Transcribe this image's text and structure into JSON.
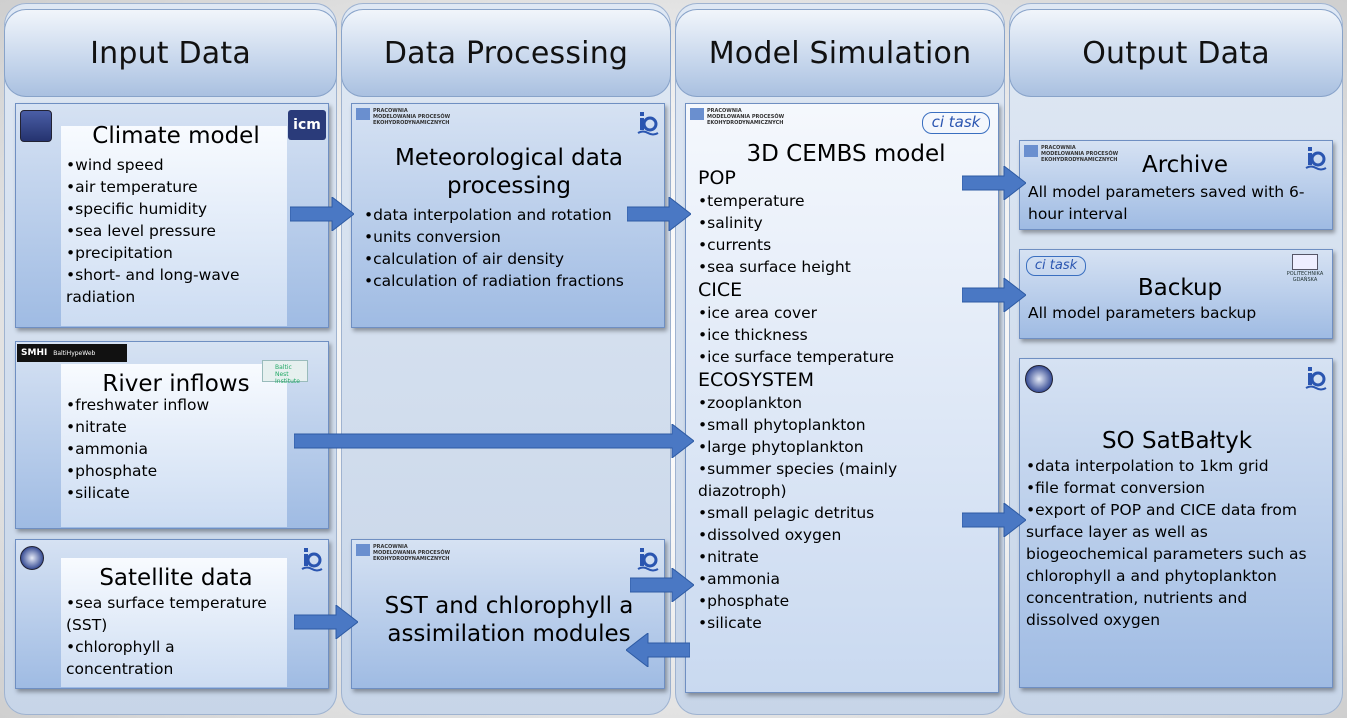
{
  "columns": {
    "input": "Input Data",
    "processing": "Data Processing",
    "simulation": "Model Simulation",
    "output": "Output Data"
  },
  "climate": {
    "title": "Climate model",
    "items": [
      "wind speed",
      "air temperature",
      "specific humidity",
      "sea level pressure",
      "precipitation",
      "short- and long-wave radiation"
    ],
    "logo_icm": "icm"
  },
  "river": {
    "title": "River inflows",
    "items": [
      "freshwater inflow",
      "nitrate",
      "ammonia",
      "phosphate",
      "silicate"
    ],
    "logo_smhi": "SMHI",
    "logo_smhi_sub": "BaltiHypeWeb",
    "logo_bni_line1": "Baltic Nest",
    "logo_bni_line2": "Institute"
  },
  "satellite": {
    "title": "Satellite data",
    "items": [
      "sea surface temperature (SST)",
      "chlorophyll a concentration"
    ]
  },
  "meteo": {
    "title": "Meteorological data processing",
    "items": [
      "data interpolation and rotation",
      "units conversion",
      "calculation of air density",
      "calculation of radiation fractions"
    ]
  },
  "assim": {
    "title": "SST and chlorophyll a assimilation modules"
  },
  "lab_logo": {
    "line1": "PRACOWNIA",
    "line2": "MODELOWANIA PROCESÓW",
    "line3": "EKOHYDRODYNAMICZNYCH"
  },
  "task_logo": "ci task",
  "cembs": {
    "title": "3D CEMBS model",
    "pop_label": "POP",
    "pop_items": [
      "temperature",
      "salinity",
      "currents",
      "sea surface height"
    ],
    "cice_label": "CICE",
    "cice_items": [
      "ice area cover",
      "ice thickness",
      "ice surface temperature"
    ],
    "eco_label": "ECOSYSTEM",
    "eco_items": [
      "zooplankton",
      "small phytoplankton",
      "large phytoplankton",
      "summer species (mainly diazotroph)",
      "small pelagic detritus",
      "dissolved oxygen",
      "nitrate",
      "ammonia",
      "phosphate",
      "silicate"
    ]
  },
  "archive": {
    "title": "Archive",
    "text": "All model parameters saved with 6-hour interval"
  },
  "backup": {
    "title": "Backup",
    "text": "All model parameters backup",
    "logo_pg": "POLITECHNIKA GDAŃSKA"
  },
  "satbaltyk": {
    "title": "SO SatBałtyk",
    "items": [
      "data interpolation to 1km grid",
      "file format conversion",
      "export of POP and CICE data from surface layer as well as biogeochemical parameters such as chlorophyll a and phytoplankton concentration, nutrients and dissolved oxygen"
    ]
  },
  "colors": {
    "box_top": "#d6e2f3",
    "box_bottom": "#9fbbe3",
    "arrow": "#4a78c4",
    "header": "#c6d6ec"
  },
  "icons": [
    "arrow-right-icon",
    "arrow-left-icon",
    "crest-logo",
    "ib-logo",
    "icm-logo",
    "task-logo"
  ]
}
